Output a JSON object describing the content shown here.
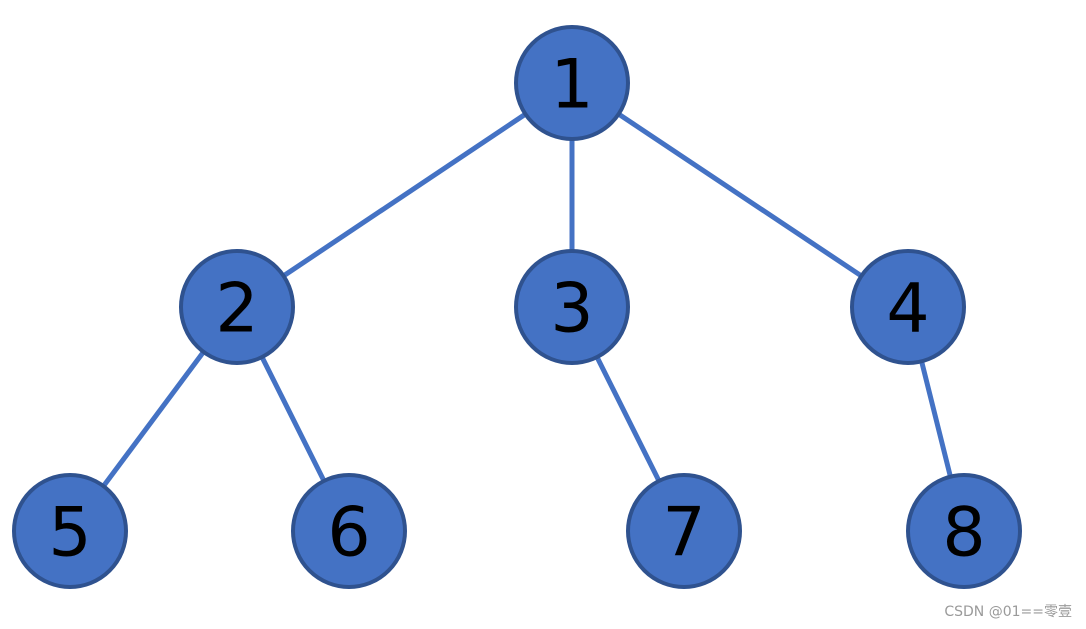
{
  "tree": {
    "nodes": [
      {
        "id": "n1",
        "label": "1"
      },
      {
        "id": "n2",
        "label": "2"
      },
      {
        "id": "n3",
        "label": "3"
      },
      {
        "id": "n4",
        "label": "4"
      },
      {
        "id": "n5",
        "label": "5"
      },
      {
        "id": "n6",
        "label": "6"
      },
      {
        "id": "n7",
        "label": "7"
      },
      {
        "id": "n8",
        "label": "8"
      }
    ],
    "edges": [
      {
        "from": "n1",
        "to": "n2"
      },
      {
        "from": "n1",
        "to": "n3"
      },
      {
        "from": "n1",
        "to": "n4"
      },
      {
        "from": "n2",
        "to": "n5"
      },
      {
        "from": "n2",
        "to": "n6"
      },
      {
        "from": "n3",
        "to": "n7"
      },
      {
        "from": "n4",
        "to": "n8"
      }
    ],
    "colors": {
      "node_fill": "#4472c4",
      "node_border": "#2f528f",
      "edge": "#4472c4",
      "label": "#000000"
    }
  },
  "watermark": {
    "text": "CSDN @01==零壹"
  }
}
